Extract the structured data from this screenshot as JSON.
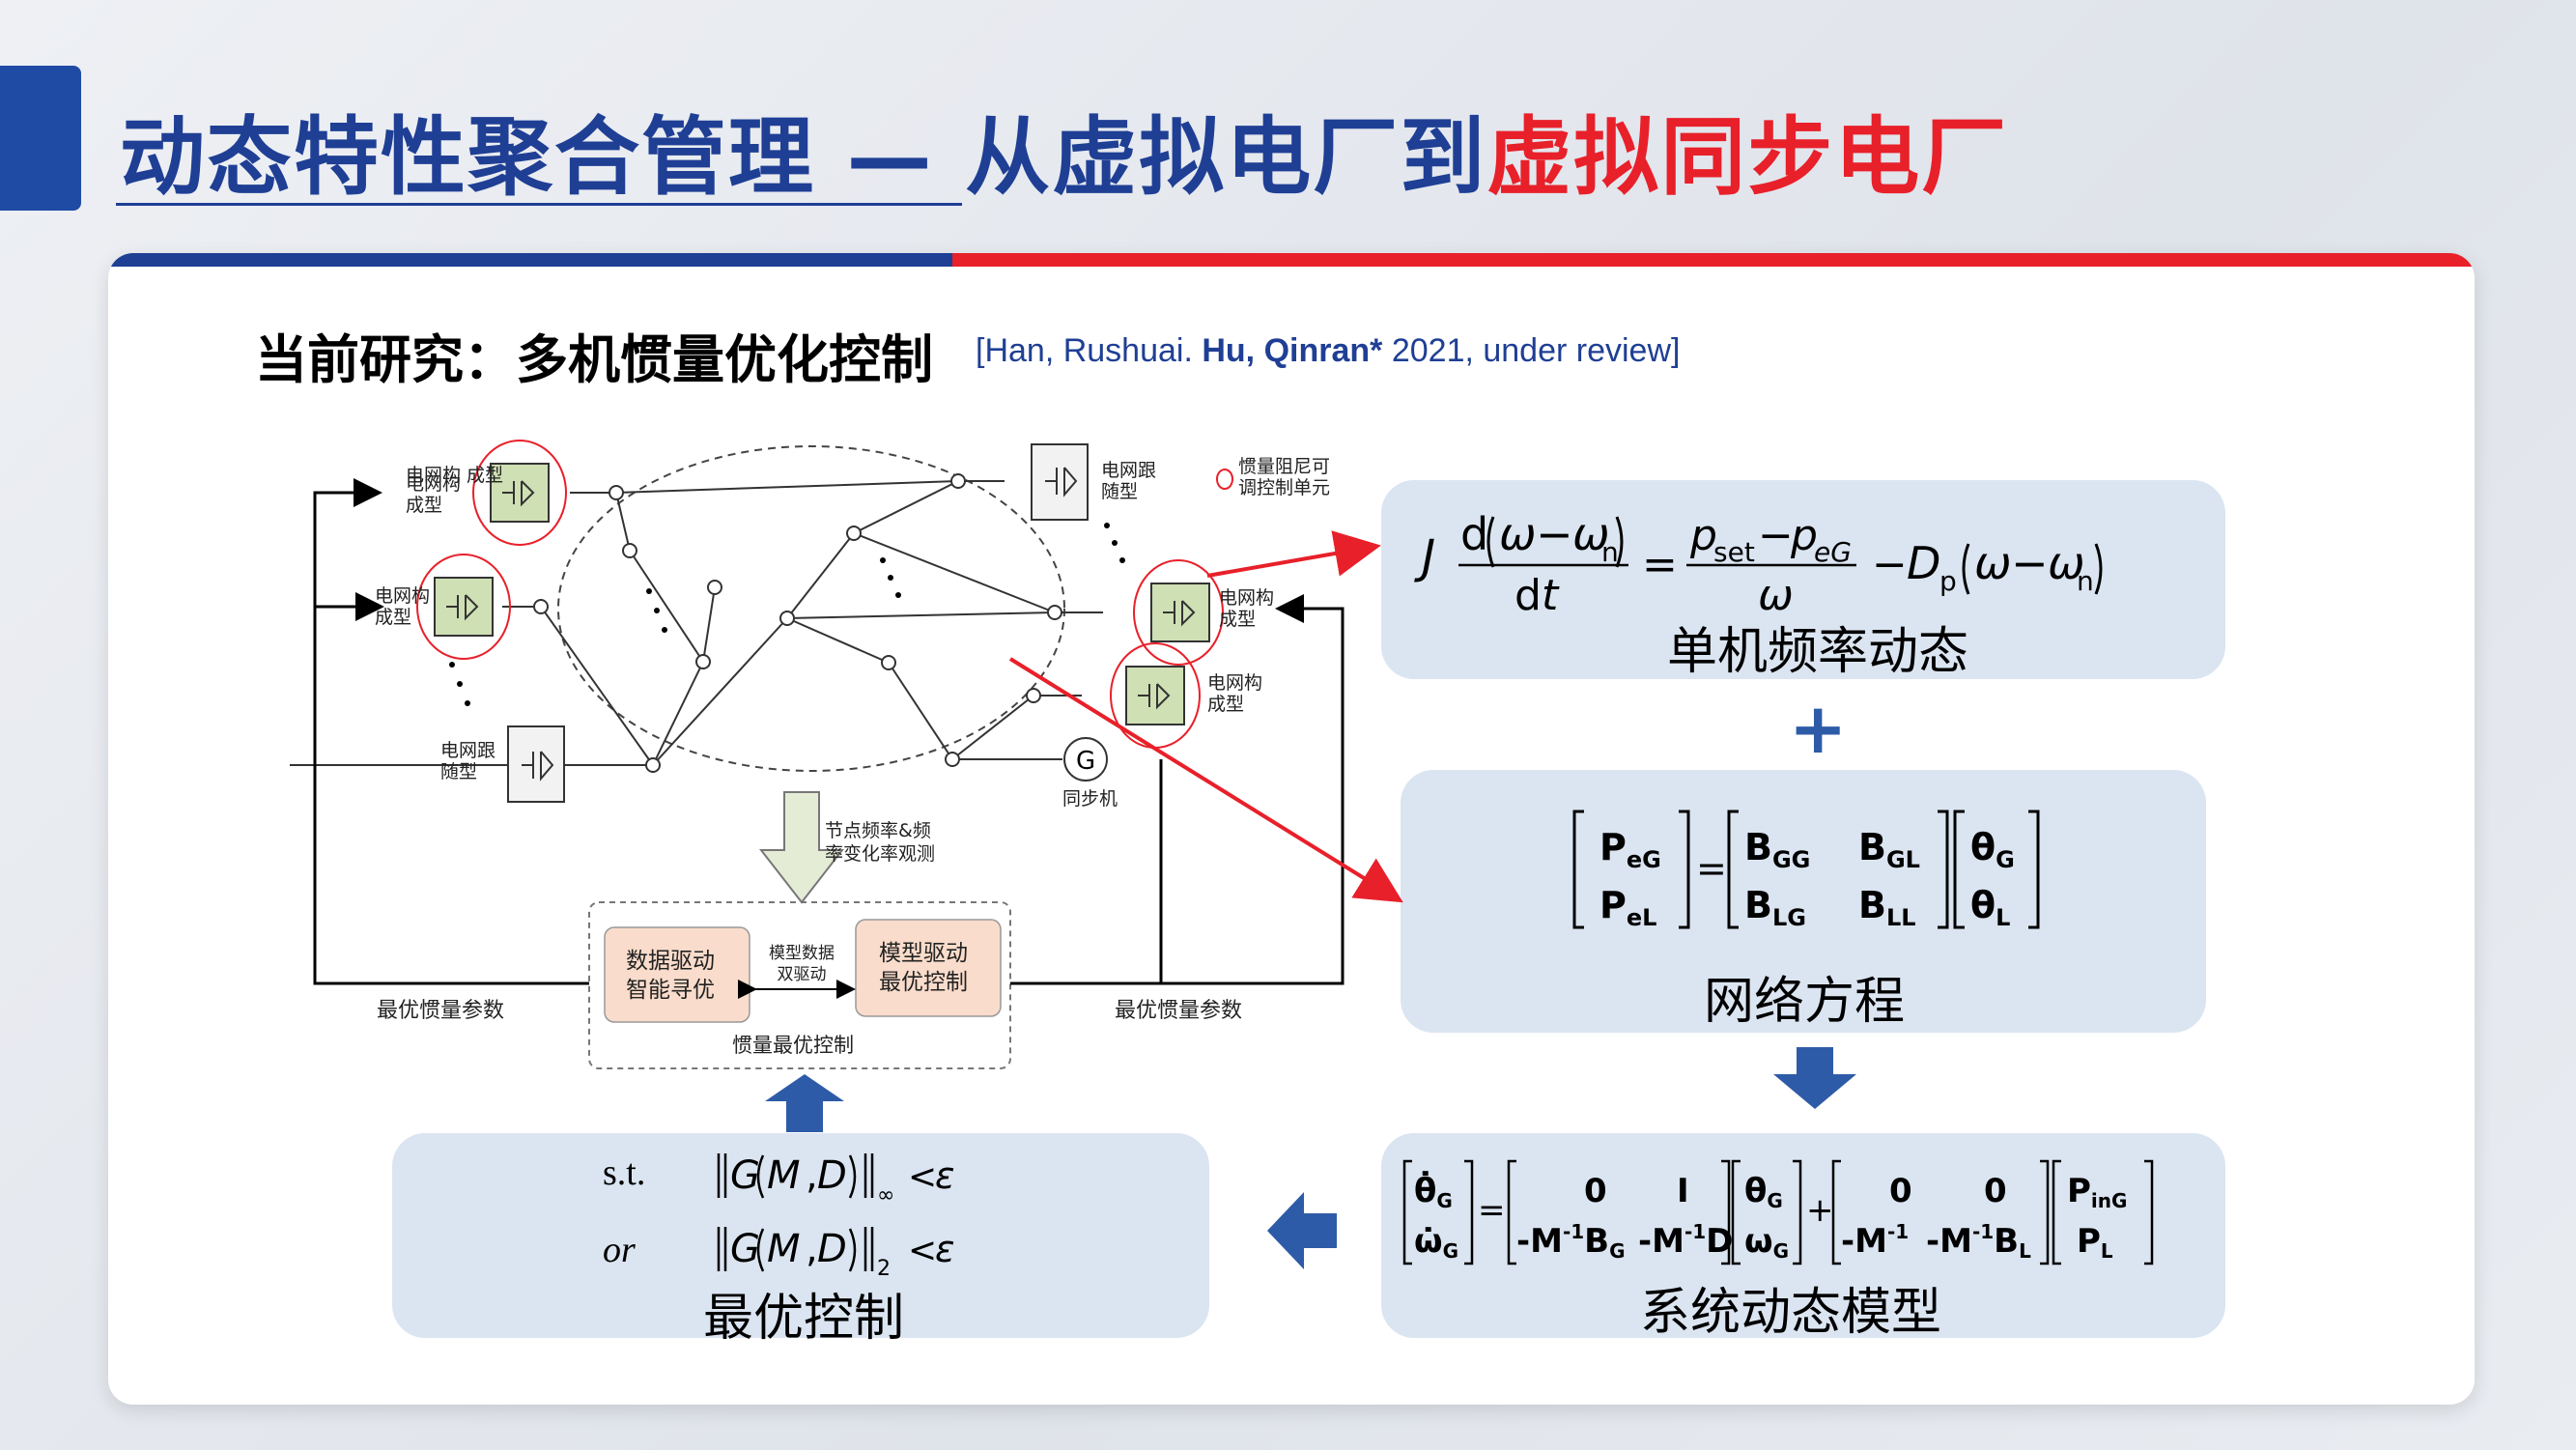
{
  "title": {
    "main": "动态特性聚合管理 — 从虚拟电厂到",
    "highlight": "虚拟同步电厂"
  },
  "subtitle": "当前研究：多机惯量优化控制",
  "citation": {
    "pre": "[Han, Rushuai. ",
    "author": "Hu, Qinran*",
    "post": " 2021, under review]"
  },
  "diagram": {
    "grid_forming_1": "电网构\n成型",
    "grid_forming_2": "电网构\n成型",
    "grid_forming_3": "电网构\n成型",
    "grid_forming_4": "电网构\n成型",
    "grid_following_1": "电网跟\n随型",
    "grid_following_2": "电网跟\n随型",
    "legend": "惯量阻尼可\n调控制单元",
    "sync_machine": "同步机",
    "generator_symbol": "G",
    "observation": "节点频率&频\n率变化率观测",
    "data_driven": "数据驱动\n智能寻优",
    "model_driven": "模型驱动\n最优控制",
    "dual_drive": "模型数据\n双驱动",
    "inertia_control": "惯量最优控制",
    "optimal_params_left": "最优惯量参数",
    "optimal_params_right": "最优惯量参数"
  },
  "boxes": {
    "single_machine": "单机频率动态",
    "network": "网络方程",
    "system_model": "系统动态模型",
    "optimal_control": "最优控制"
  },
  "plus_sign": "+",
  "equations": {
    "constraint_st": "s.t.",
    "constraint_or": "or"
  },
  "colors": {
    "title_blue": "#1f3f95",
    "title_red": "#e8202a",
    "box_bg": "#dbe5f1",
    "arrow_blue": "#2e5ba7",
    "arrow_red": "#e8202a",
    "converter_green": "#cfe0b4",
    "control_peach": "#f9dccb"
  }
}
